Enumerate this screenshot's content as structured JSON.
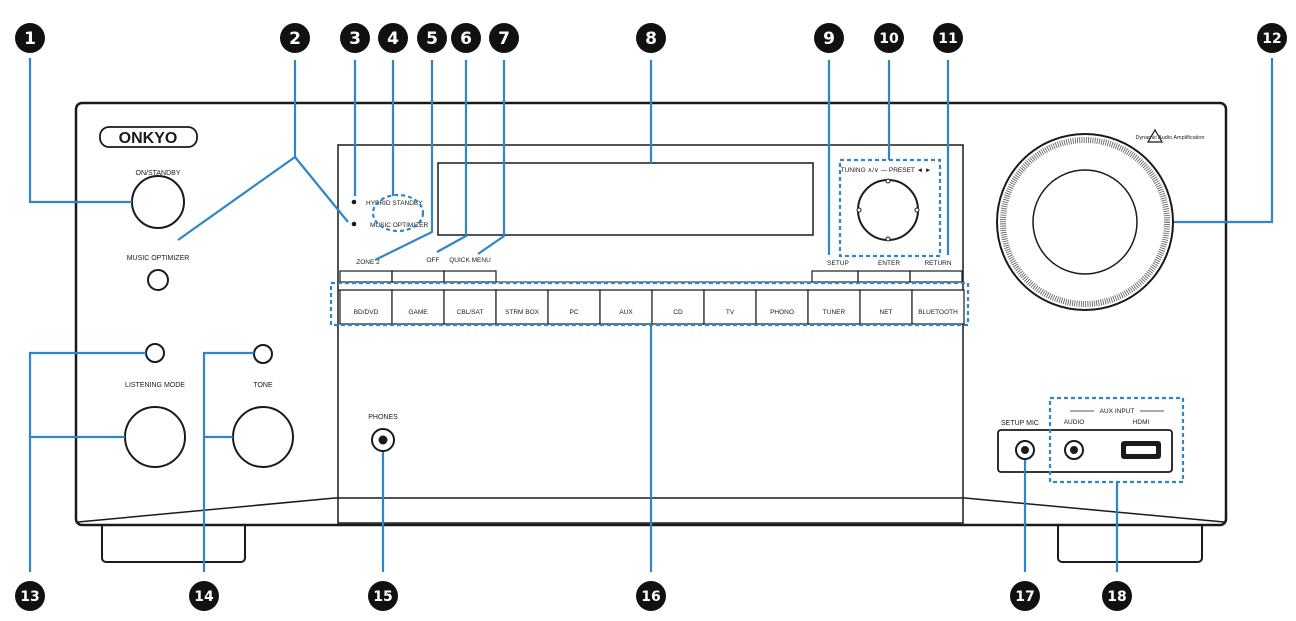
{
  "brand": "ONKYO",
  "labels": {
    "power": "ON/STANDBY",
    "music_optimizer": "MUSIC OPTIMIZER",
    "hybrid_standby": "HYBRID STANDBY",
    "music_optimizer_led": "MUSIC OPTIMIZER",
    "zone2": "ZONE 2",
    "off": "OFF",
    "quick_menu": "QUICK MENU",
    "setup": "SETUP",
    "enter": "ENTER",
    "return": "RETURN",
    "tuning_preset": "TUNING ∧/∨ — PRESET ◄ ►",
    "listening_mode": "LISTENING MODE",
    "tone": "TONE",
    "phones": "PHONES",
    "setup_mic": "SETUP MIC",
    "aux_input": "AUX INPUT",
    "audio": "AUDIO",
    "hdmi": "HDMI",
    "dynamic_audio": "Dynamic Audio Amplification"
  },
  "input_buttons": [
    "BD/DVD",
    "GAME",
    "CBL/SAT",
    "STRM BOX",
    "PC",
    "AUX",
    "CD",
    "TV",
    "PHONO",
    "TUNER",
    "NET",
    "BLUETOOTH"
  ],
  "callouts": [
    "1",
    "2",
    "3",
    "4",
    "5",
    "6",
    "7",
    "8",
    "9",
    "10",
    "11",
    "12",
    "13",
    "14",
    "15",
    "16",
    "17",
    "18"
  ],
  "colors": {
    "callout": "#2e86c8",
    "body": "#1a1a1a",
    "marker": "#111111"
  }
}
